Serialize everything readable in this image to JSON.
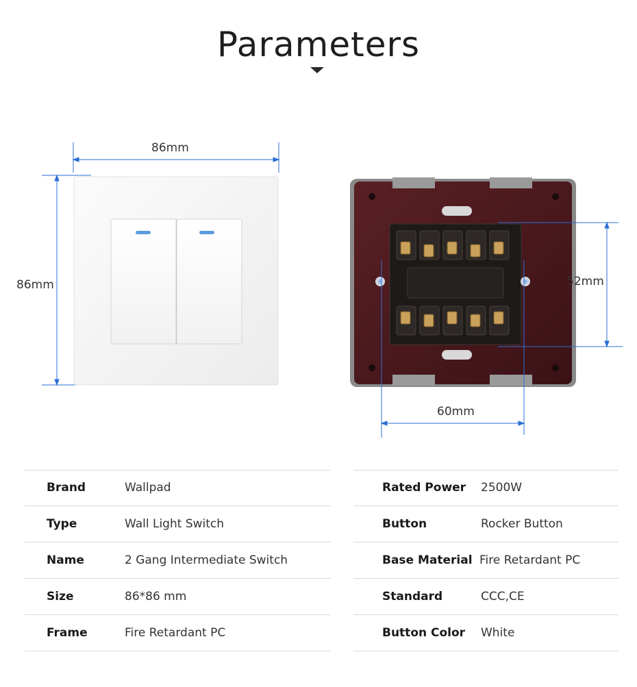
{
  "header": {
    "title": "Parameters"
  },
  "dimensions": {
    "front_width": "86mm",
    "front_height": "86mm",
    "back_height": "52mm",
    "back_width": "60mm"
  },
  "specs_left": [
    {
      "key": "Brand",
      "value": "Wallpad"
    },
    {
      "key": "Type",
      "value": "Wall Light Switch"
    },
    {
      "key": "Name",
      "value": "2 Gang Intermediate Switch"
    },
    {
      "key": "Size",
      "value": "86*86 mm"
    },
    {
      "key": "Frame",
      "value": "Fire Retardant PC"
    }
  ],
  "specs_right": [
    {
      "key": "Rated Power",
      "value": "2500W"
    },
    {
      "key": "Button",
      "value": "Rocker Button"
    },
    {
      "key": "Base Material",
      "value": "Fire Retardant PC"
    },
    {
      "key": "Standard",
      "value": "CCC,CE"
    },
    {
      "key": "Button Color",
      "value": "White"
    }
  ],
  "colors": {
    "dimension_line": "#2b6fd6",
    "back_plate": "#4a1a1c",
    "indicator": "#5b9be0"
  }
}
